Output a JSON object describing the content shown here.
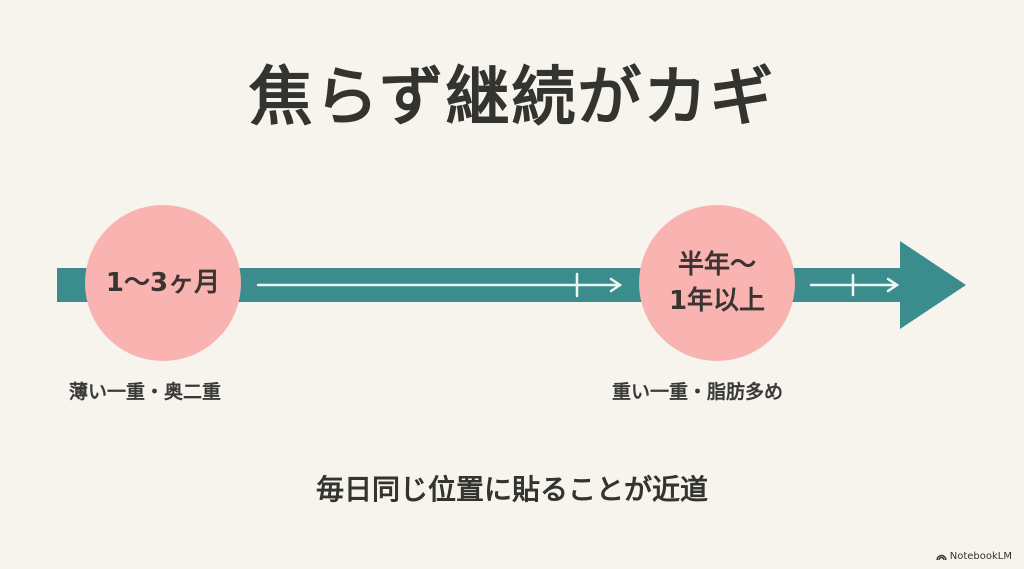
{
  "title": "焦らず継続がカギ",
  "colors": {
    "background": "#f6f4ec",
    "arrow": "#3a8d8c",
    "milestone": "#f9b3b0",
    "text": "#333330",
    "inner_arrow": "#eef7f4"
  },
  "timeline": {
    "milestones": [
      {
        "label": "1〜3ヶ月",
        "caption": "薄い一重・奥二重"
      },
      {
        "label_line1": "半年〜",
        "label_line2": "1年以上",
        "caption": "重い一重・脂肪多め"
      }
    ]
  },
  "message": "毎日同じ位置に貼ることが近道",
  "brand": {
    "name": "NotebookLM",
    "icon": "notebooklm-logo-icon"
  }
}
